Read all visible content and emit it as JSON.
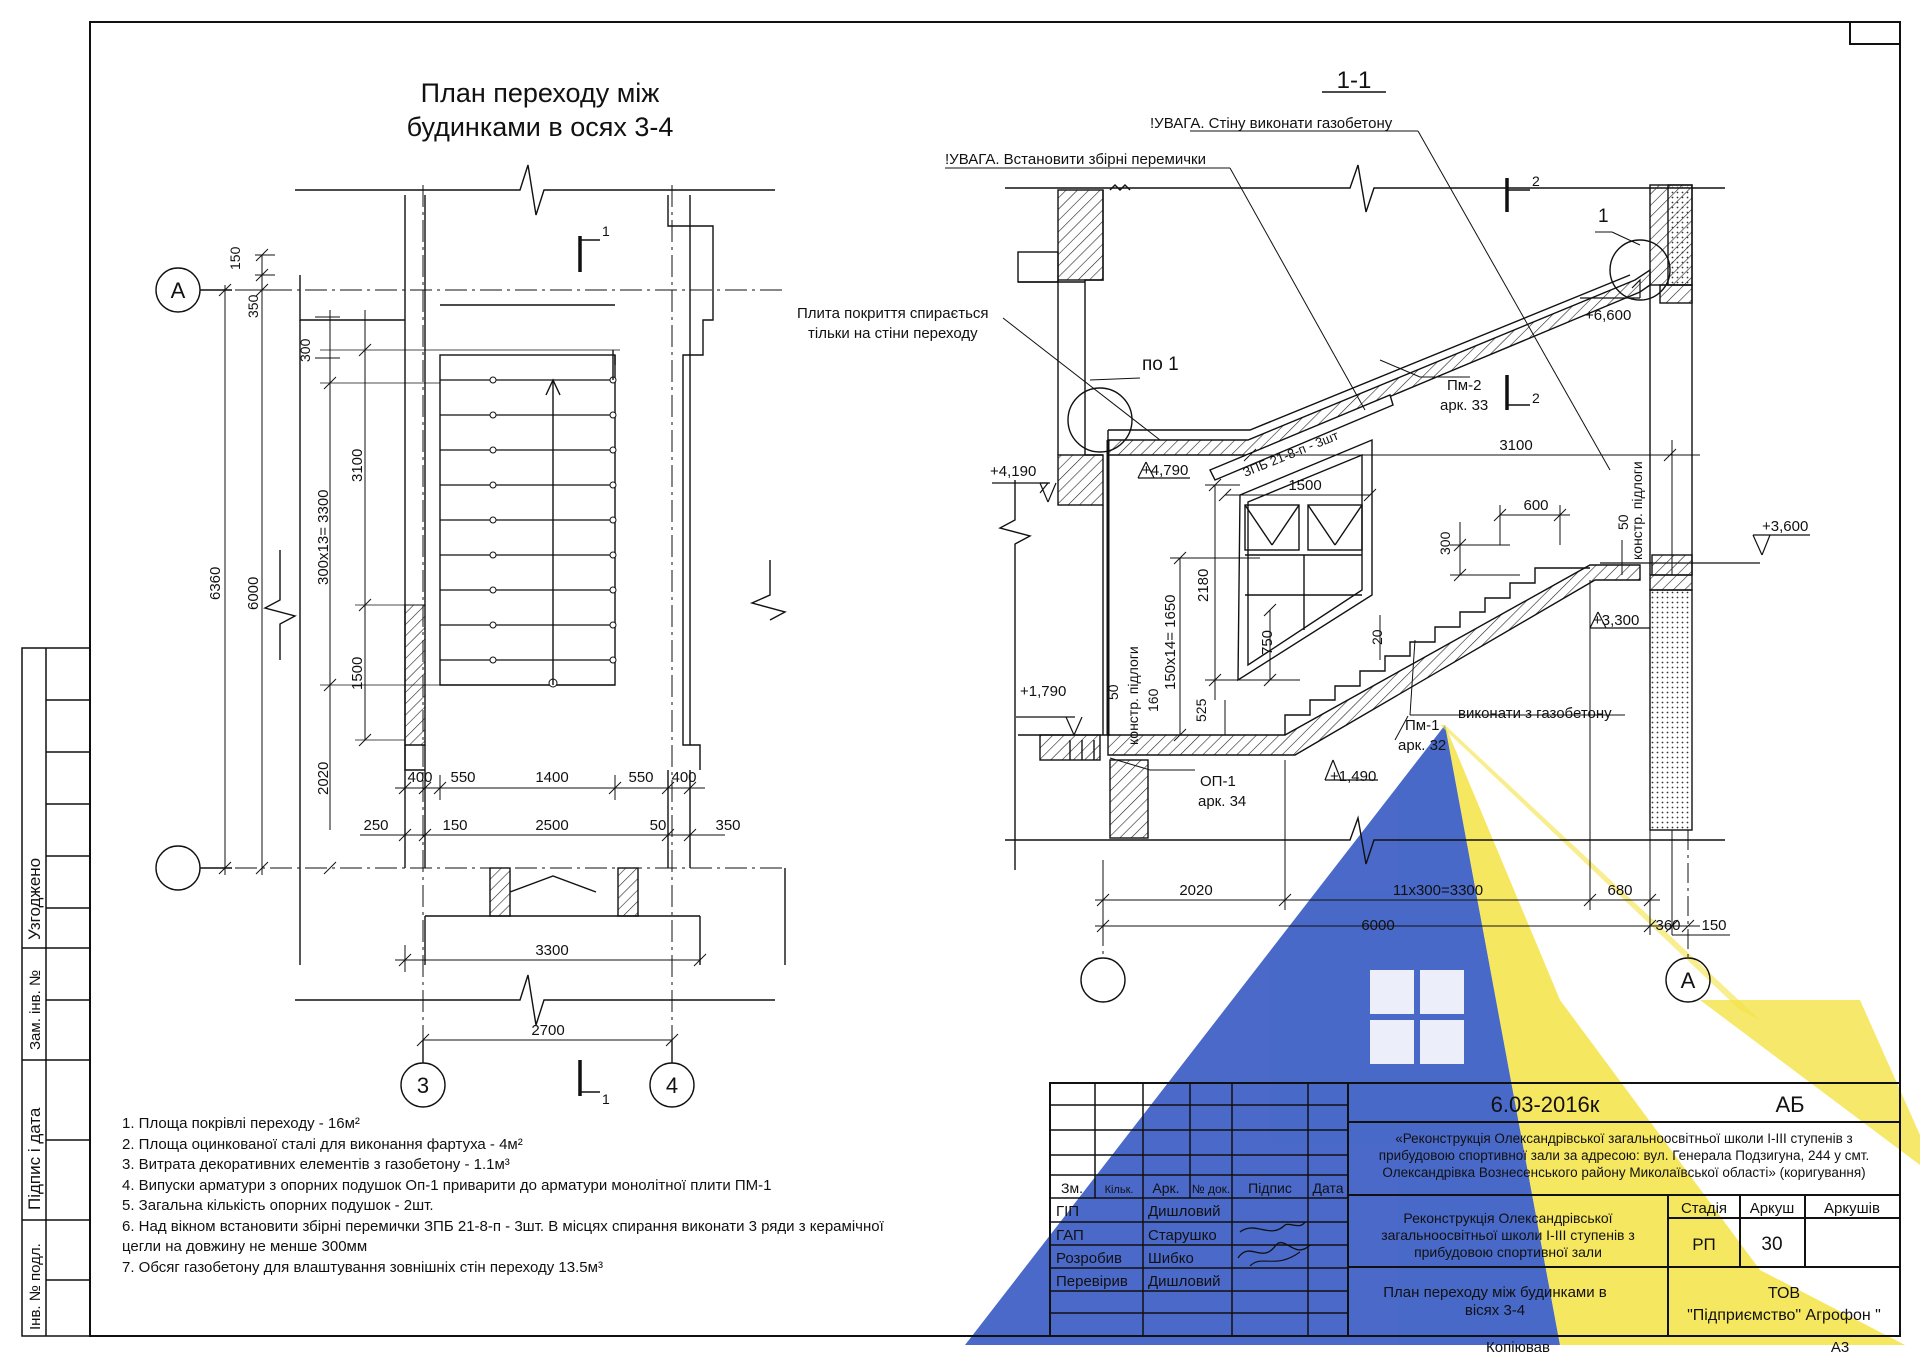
{
  "plan": {
    "title_line1": "План переходу між",
    "title_line2": "будинками в осях 3-4",
    "axes": {
      "a_top": "А",
      "ax3": "3",
      "ax4": "4"
    },
    "section_mark": "1",
    "dims_vertical": [
      "150",
      "350",
      "300",
      "3100",
      "300х13= 3300",
      "6360",
      "6000",
      "1500",
      "2020"
    ],
    "dims_row1": [
      "400",
      "550",
      "1400",
      "550",
      "400"
    ],
    "dims_row2": [
      "250",
      "150",
      "2500",
      "50",
      "350"
    ],
    "dim_3300": "3300",
    "dim_2700": "2700"
  },
  "section": {
    "title": "1-1",
    "note_gasobeton": "!УВАГА. Стіну виконати газобетону",
    "note_lintels": "!УВАГА. Встановити збірні перемички",
    "note_slab_line1": "Плита покриття спирається",
    "note_slab_line2": "тільки на стіни переходу",
    "detail_label": "по 1",
    "detail_1": "1",
    "mark_2": "2",
    "elev_6600": "+6,600",
    "elev_4190": "+4,190",
    "elev_4790": "+4,790",
    "elev_3600": "+3,600",
    "elev_3300": "+3,300",
    "elev_1790": "+1,790",
    "elev_1490": "+1,490",
    "pm2": "Пм-2",
    "pm2_sheet": "арк. 33",
    "zpb": "ЗПБ 21-8-п - 3шт",
    "pm1": "Пм-1",
    "pm1_sheet": "арк. 32",
    "op1": "ОП-1",
    "op1_sheet": "арк. 34",
    "gas_note": "виконати з газобетону",
    "floor_label": "констр. підлоги",
    "dim_3100": "3100",
    "dim_1500": "1500",
    "dim_600": "600",
    "dim_300": "300",
    "dim_50": "50",
    "dim_2180": "2180",
    "dim_150x14": "150х14= 1650",
    "dim_750": "750",
    "dim_20": "20",
    "dim_160": "160",
    "dim_525": "525",
    "dim_2020": "2020",
    "dim_11x300": "11х300=3300",
    "dim_680": "680",
    "dim_6000": "6000",
    "dim_360": "360",
    "dim_150": "150",
    "axis_a": "А"
  },
  "notes": [
    "1. Площа покрівлі переходу - 16м²",
    "2. Площа оцинкованої сталі для виконання фартуха - 4м²",
    "3. Витрата декоративних елементів з газобетону - 1.1м³",
    "4. Випуски арматури з опорних подушок Оп-1 приварити до арматури монолітної плити ПМ-1",
    "5. Загальна кількість опорних подушок - 2шт.",
    "6. Над вікном встановити збірні перемички ЗПБ 21-8-п - 3шт. В місцях спирання виконати 3 ряди з керамічної",
    "цегли на довжину не менше 300мм",
    "7. Обсяг газобетону для влаштування зовнішніх стін переходу 13.5м³"
  ],
  "side_stamp": {
    "agreed": "Узгоджено",
    "zam_inv": "Зам. інв. №",
    "sign_date": "Підпис і дата",
    "inv_podl": "Інв. № подл."
  },
  "title_block": {
    "code": "6.03-2016к",
    "section": "АБ",
    "project": [
      "«Реконструкція Олександрівської загальноосвітньої школи І-ІІІ ступенів з",
      "прибудовою спортивної зали  за адресою: вул. Генерала Подзигуна, 244 у смт.",
      "Олександрівка Вознесенського району Миколаївської області» (коригування)"
    ],
    "object": [
      "Реконструкція Олександрівської",
      "загальноосвітньої школи І-ІІІ ступенів з",
      "прибудовою спортивної зали"
    ],
    "sheet_title": [
      "План переходу між будинками в",
      "вісях 3-4"
    ],
    "col_headers": [
      "Зм.",
      "Кільк.",
      "Арк.",
      "№ док.",
      "Підпис",
      "Дата"
    ],
    "roles": [
      "ГІП",
      "ГАП",
      "Розробив",
      "Перевірив"
    ],
    "names": [
      "Дишловий",
      "Старушко",
      "Шибко",
      "Дишловий"
    ],
    "stage_label": "Стадія",
    "sheet_label": "Аркуш",
    "sheets_label": "Аркушів",
    "stage": "РП",
    "sheet": "30",
    "company_line1": "ТОВ",
    "company_line2": "\"Підприємство\" Агрофон \"",
    "copied": "Копіював",
    "format": "А3"
  },
  "colors": {
    "ink": "#111111",
    "watermark_blue": "#3f5fc4",
    "watermark_yellow": "#f5e23a"
  }
}
